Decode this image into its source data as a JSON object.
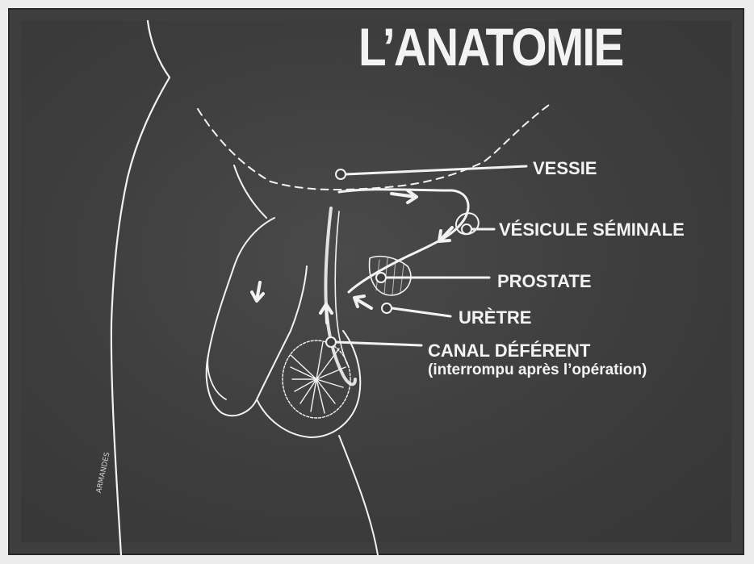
{
  "title": "L’ANATOMIE",
  "labels": {
    "vessie": "VESSIE",
    "vesicule": "VÉSICULE SÉMINALE",
    "prostate": "PROSTATE",
    "uretre": "URÈTRE",
    "canal": "CANAL DÉFÉRENT",
    "canal_note": "(interrompu après l’opération)"
  },
  "signature": "ARMANDES",
  "colors": {
    "background": "#3e3e3e",
    "line": "#f2f2f2",
    "frame": "#ececec"
  }
}
